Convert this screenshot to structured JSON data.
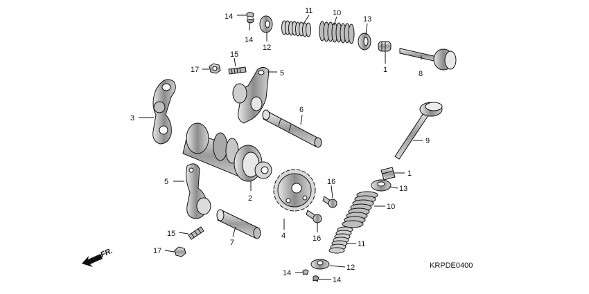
{
  "diagram": {
    "reference_code": "KRPDE0400",
    "front_indicator": "FR.",
    "callouts": {
      "c1_top": "1",
      "c1_lower": "1",
      "c2": "2",
      "c3": "3",
      "c4": "4",
      "c5_upper": "5",
      "c5_lower": "5",
      "c6": "6",
      "c7": "7",
      "c8": "8",
      "c9": "9",
      "c10_top": "10",
      "c10_lower": "10",
      "c11_top": "11",
      "c11_lower": "11",
      "c12_top": "12",
      "c12_lower": "12",
      "c13_top": "13",
      "c13_lower": "13",
      "c14_a": "14",
      "c14_b": "14",
      "c14_c": "14",
      "c14_d": "14",
      "c15_upper": "15",
      "c15_lower": "15",
      "c16_upper": "16",
      "c16_lower": "16",
      "c17_upper": "17",
      "c17_lower": "17"
    }
  }
}
